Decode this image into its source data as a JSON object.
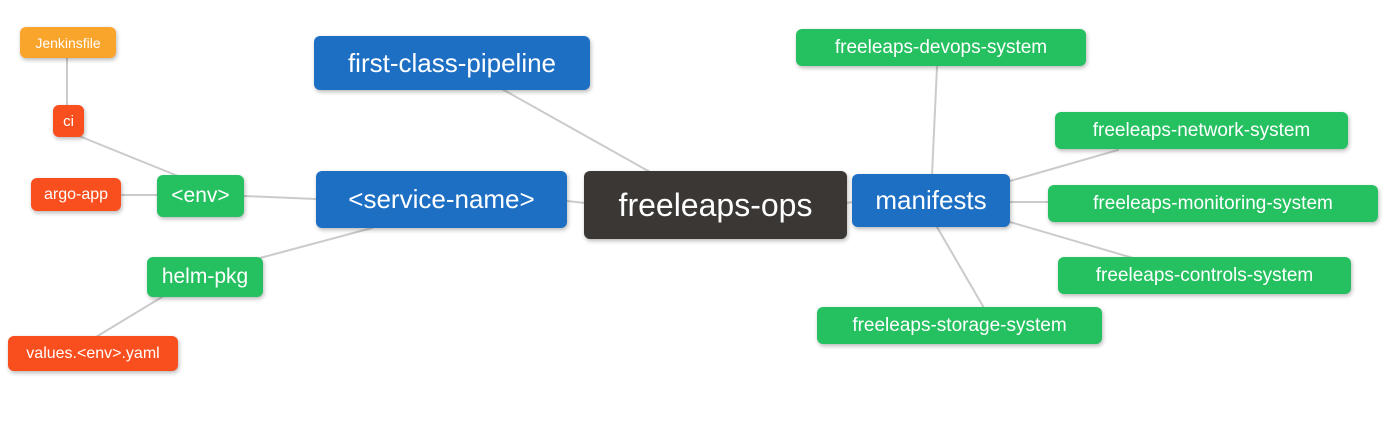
{
  "colors": {
    "root": "#3B3734",
    "branch": "#1D6FC4",
    "leaf_green": "#25C160",
    "leaf_red": "#F94E1D",
    "leaf_orange": "#F9A42B",
    "edge": "#CBCBCB",
    "text": "#FFFFFF",
    "background": "#FFFFFF"
  },
  "nodes": [
    {
      "id": "freeleaps-ops",
      "label": "freeleaps-ops",
      "parent": null
    },
    {
      "id": "first-class-pipeline",
      "label": "first-class-pipeline",
      "parent": "freeleaps-ops"
    },
    {
      "id": "service-name",
      "label": "<service-name>",
      "parent": "freeleaps-ops"
    },
    {
      "id": "manifests",
      "label": "manifests",
      "parent": "freeleaps-ops"
    },
    {
      "id": "env",
      "label": "<env>",
      "parent": "service-name"
    },
    {
      "id": "helm-pkg",
      "label": "helm-pkg",
      "parent": "service-name"
    },
    {
      "id": "ci",
      "label": "ci",
      "parent": "env"
    },
    {
      "id": "argo-app",
      "label": "argo-app",
      "parent": "env"
    },
    {
      "id": "jenkinsfile",
      "label": "Jenkinsfile",
      "parent": "ci"
    },
    {
      "id": "values-env-yaml",
      "label": "values.<env>.yaml",
      "parent": "helm-pkg"
    },
    {
      "id": "freeleaps-devops-system",
      "label": "freeleaps-devops-system",
      "parent": "manifests"
    },
    {
      "id": "freeleaps-network-system",
      "label": "freeleaps-network-system",
      "parent": "manifests"
    },
    {
      "id": "freeleaps-monitoring-system",
      "label": "freeleaps-monitoring-system",
      "parent": "manifests"
    },
    {
      "id": "freeleaps-controls-system",
      "label": "freeleaps-controls-system",
      "parent": "manifests"
    },
    {
      "id": "freeleaps-storage-system",
      "label": "freeleaps-storage-system",
      "parent": "manifests"
    }
  ]
}
